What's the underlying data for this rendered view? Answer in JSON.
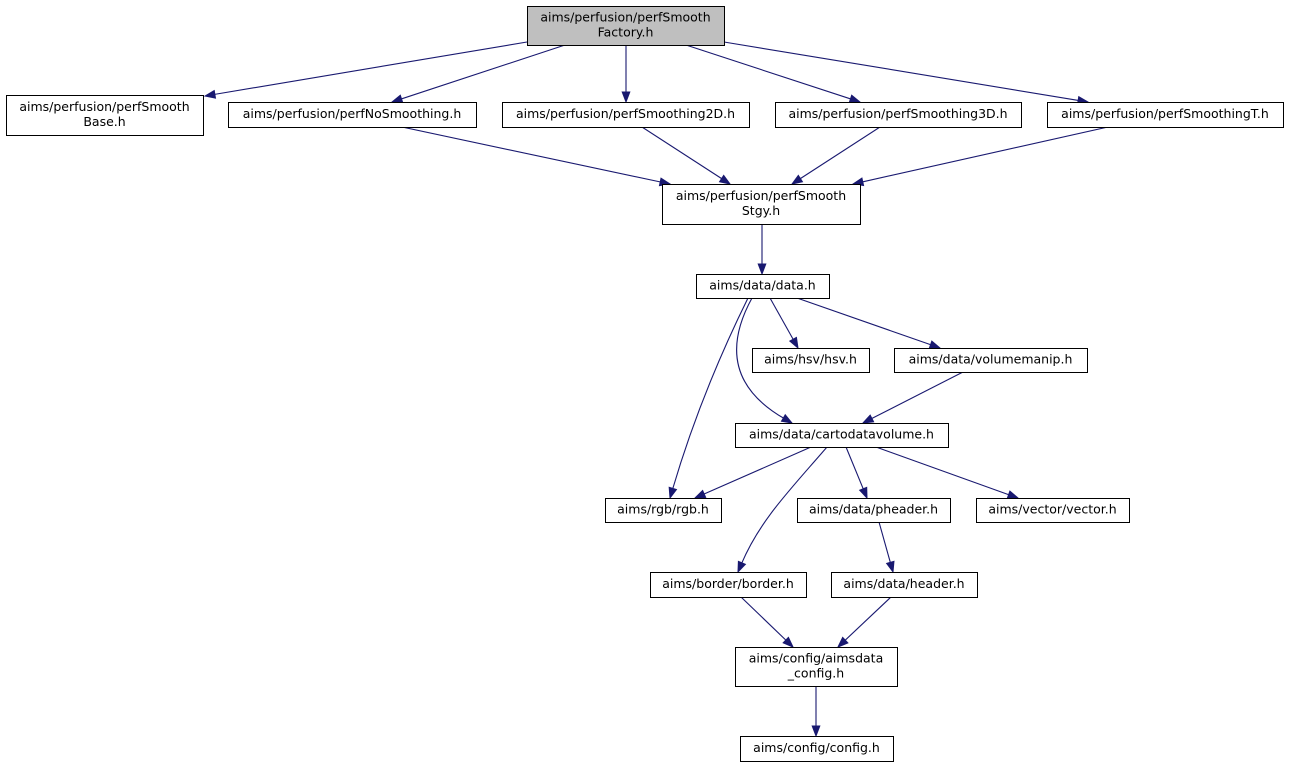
{
  "graph": {
    "colors": {
      "edge": "#191970",
      "root_fill": "#bfbfbf",
      "node_fill": "#ffffff",
      "node_stroke": "#000000"
    },
    "nodes": [
      {
        "id": "factory",
        "lines": [
          "aims/perfusion/perfSmooth",
          "Factory.h"
        ],
        "root": true
      },
      {
        "id": "base",
        "lines": [
          "aims/perfusion/perfSmooth",
          "Base.h"
        ]
      },
      {
        "id": "nosmooth",
        "lines": [
          "aims/perfusion/perfNoSmoothing.h"
        ]
      },
      {
        "id": "smooth2d",
        "lines": [
          "aims/perfusion/perfSmoothing2D.h"
        ]
      },
      {
        "id": "smooth3d",
        "lines": [
          "aims/perfusion/perfSmoothing3D.h"
        ]
      },
      {
        "id": "smootht",
        "lines": [
          "aims/perfusion/perfSmoothingT.h"
        ]
      },
      {
        "id": "stgy",
        "lines": [
          "aims/perfusion/perfSmooth",
          "Stgy.h"
        ]
      },
      {
        "id": "data",
        "lines": [
          "aims/data/data.h"
        ]
      },
      {
        "id": "hsv",
        "lines": [
          "aims/hsv/hsv.h"
        ]
      },
      {
        "id": "volumemanip",
        "lines": [
          "aims/data/volumemanip.h"
        ]
      },
      {
        "id": "cartodatavolume",
        "lines": [
          "aims/data/cartodatavolume.h"
        ]
      },
      {
        "id": "rgb",
        "lines": [
          "aims/rgb/rgb.h"
        ]
      },
      {
        "id": "pheader",
        "lines": [
          "aims/data/pheader.h"
        ]
      },
      {
        "id": "vector",
        "lines": [
          "aims/vector/vector.h"
        ]
      },
      {
        "id": "border",
        "lines": [
          "aims/border/border.h"
        ]
      },
      {
        "id": "header",
        "lines": [
          "aims/data/header.h"
        ]
      },
      {
        "id": "aimsdataconfig",
        "lines": [
          "aims/config/aimsdata",
          "_config.h"
        ]
      },
      {
        "id": "config",
        "lines": [
          "aims/config/config.h"
        ]
      }
    ],
    "edges": [
      {
        "from": "factory",
        "to": "base"
      },
      {
        "from": "factory",
        "to": "nosmooth"
      },
      {
        "from": "factory",
        "to": "smooth2d"
      },
      {
        "from": "factory",
        "to": "smooth3d"
      },
      {
        "from": "factory",
        "to": "smootht"
      },
      {
        "from": "nosmooth",
        "to": "stgy"
      },
      {
        "from": "smooth2d",
        "to": "stgy"
      },
      {
        "from": "smooth3d",
        "to": "stgy"
      },
      {
        "from": "smootht",
        "to": "stgy"
      },
      {
        "from": "stgy",
        "to": "data"
      },
      {
        "from": "data",
        "to": "hsv"
      },
      {
        "from": "data",
        "to": "volumemanip"
      },
      {
        "from": "data",
        "to": "cartodatavolume"
      },
      {
        "from": "data",
        "to": "rgb"
      },
      {
        "from": "volumemanip",
        "to": "cartodatavolume"
      },
      {
        "from": "cartodatavolume",
        "to": "rgb"
      },
      {
        "from": "cartodatavolume",
        "to": "pheader"
      },
      {
        "from": "cartodatavolume",
        "to": "vector"
      },
      {
        "from": "cartodatavolume",
        "to": "border"
      },
      {
        "from": "pheader",
        "to": "header"
      },
      {
        "from": "border",
        "to": "aimsdataconfig"
      },
      {
        "from": "header",
        "to": "aimsdataconfig"
      },
      {
        "from": "aimsdataconfig",
        "to": "config"
      }
    ]
  }
}
